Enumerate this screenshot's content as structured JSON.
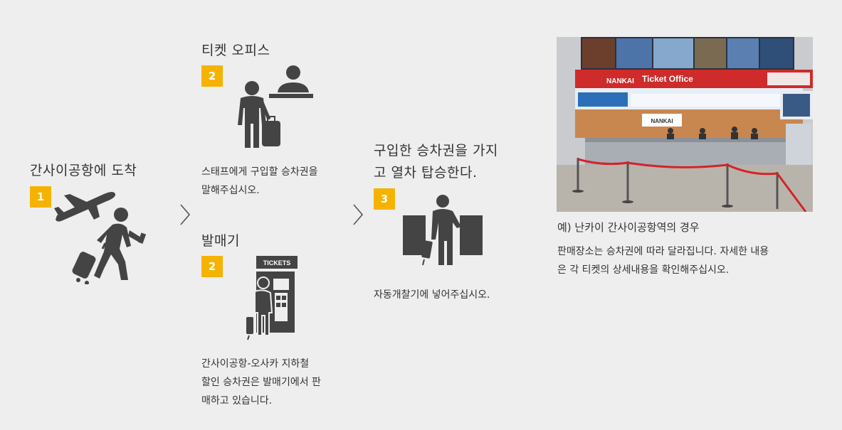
{
  "step1": {
    "title": "간사이공항에 도착",
    "number": "1"
  },
  "step2a": {
    "title": "티켓 오피스",
    "number": "2",
    "desc_line1": "스태프에게 구입할 승차권을",
    "desc_line2": "말해주십시오."
  },
  "step2b": {
    "title": "발매기",
    "number": "2",
    "machine_label": "TICKETS",
    "desc_line1": "간사이공항-오사카 지하철",
    "desc_line2": "할인 승차권은 발매기에서 판",
    "desc_line3": "매하고 있습니다."
  },
  "step3": {
    "title_line1": "구입한 승차권을 가지",
    "title_line2": "고 열차 탑승한다.",
    "number": "3",
    "desc": "자동개찰기에 넣어주십시오."
  },
  "photo": {
    "brand": "NANKAI",
    "office_sign": "Ticket Office",
    "counter_sign": "NANKAI",
    "caption": "예) 난카이 간사이공항역의 경우",
    "note_line1": "판매장소는 승차권에 따라 달라집니다. 자세한 내용",
    "note_line2": "은 각 티켓의 상세내용을 확인해주십시오."
  },
  "colors": {
    "accent": "#f5b300",
    "icon": "#444444",
    "background": "#eeeeee"
  },
  "icons": [
    "airplane-icon",
    "traveler-icon",
    "ticket-office-icon",
    "ticket-machine-icon",
    "ticket-gate-icon",
    "chevron-right-icon"
  ]
}
